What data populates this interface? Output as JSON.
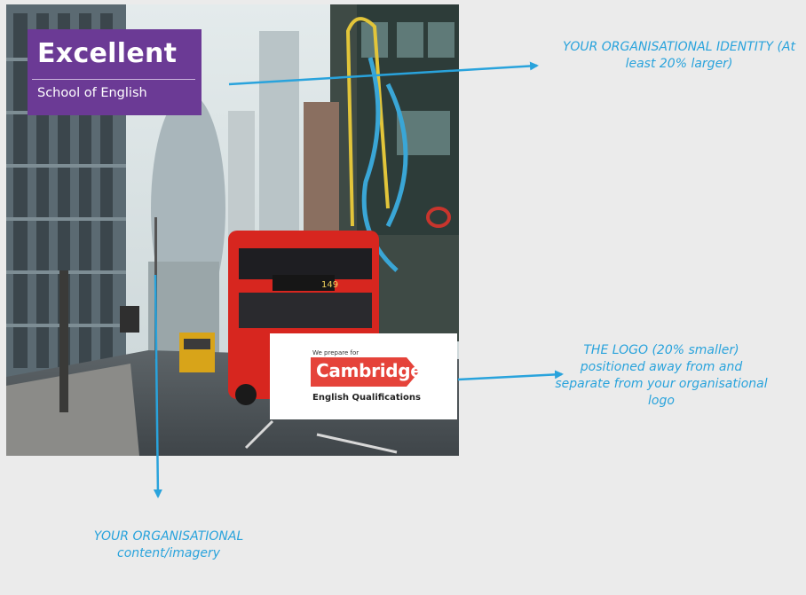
{
  "org_logo": {
    "name": "Excellent",
    "subtitle": "School of English"
  },
  "cambridge_logo": {
    "tagline": "We prepare for",
    "wordmark": "Cambridge",
    "qualifications": "English Qualifications",
    "brand_color": "#e5433a"
  },
  "callouts": {
    "identity": "YOUR ORGANISATIONAL IDENTITY (At least 20% larger)",
    "logo": "THE LOGO (20% smaller) positioned away from and separate from your organisational logo",
    "content": "YOUR ORGANISATIONAL content/imagery"
  },
  "bus_sign": "149",
  "colors": {
    "accent": "#29a3dc",
    "org_purple": "#6b3a95"
  }
}
